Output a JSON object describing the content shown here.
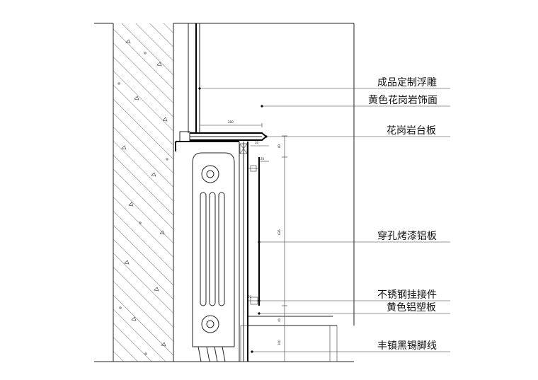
{
  "callouts": [
    {
      "id": "relief",
      "label": "成品定制浮雕"
    },
    {
      "id": "granite-facing",
      "label": "黄色花岗岩饰面"
    },
    {
      "id": "granite-sill",
      "label": "花岗岩台板"
    },
    {
      "id": "perforated-panel",
      "label": "穿孔烤漆铝板"
    },
    {
      "id": "steel-hanger",
      "label": "不锈钢挂接件"
    },
    {
      "id": "aluminum-plastic",
      "label": "黄色铝塑板"
    },
    {
      "id": "skirting",
      "label": "丰镇黑锡脚线"
    }
  ],
  "dimensions": {
    "sill_width": "280",
    "top_gap": "80",
    "small_a": "30",
    "small_b": "20",
    "panel_height": "636",
    "hanger": "50",
    "lower_gap": "40",
    "skirting_height": "100"
  },
  "colors": {
    "line": "#222222",
    "background": "#ffffff"
  }
}
